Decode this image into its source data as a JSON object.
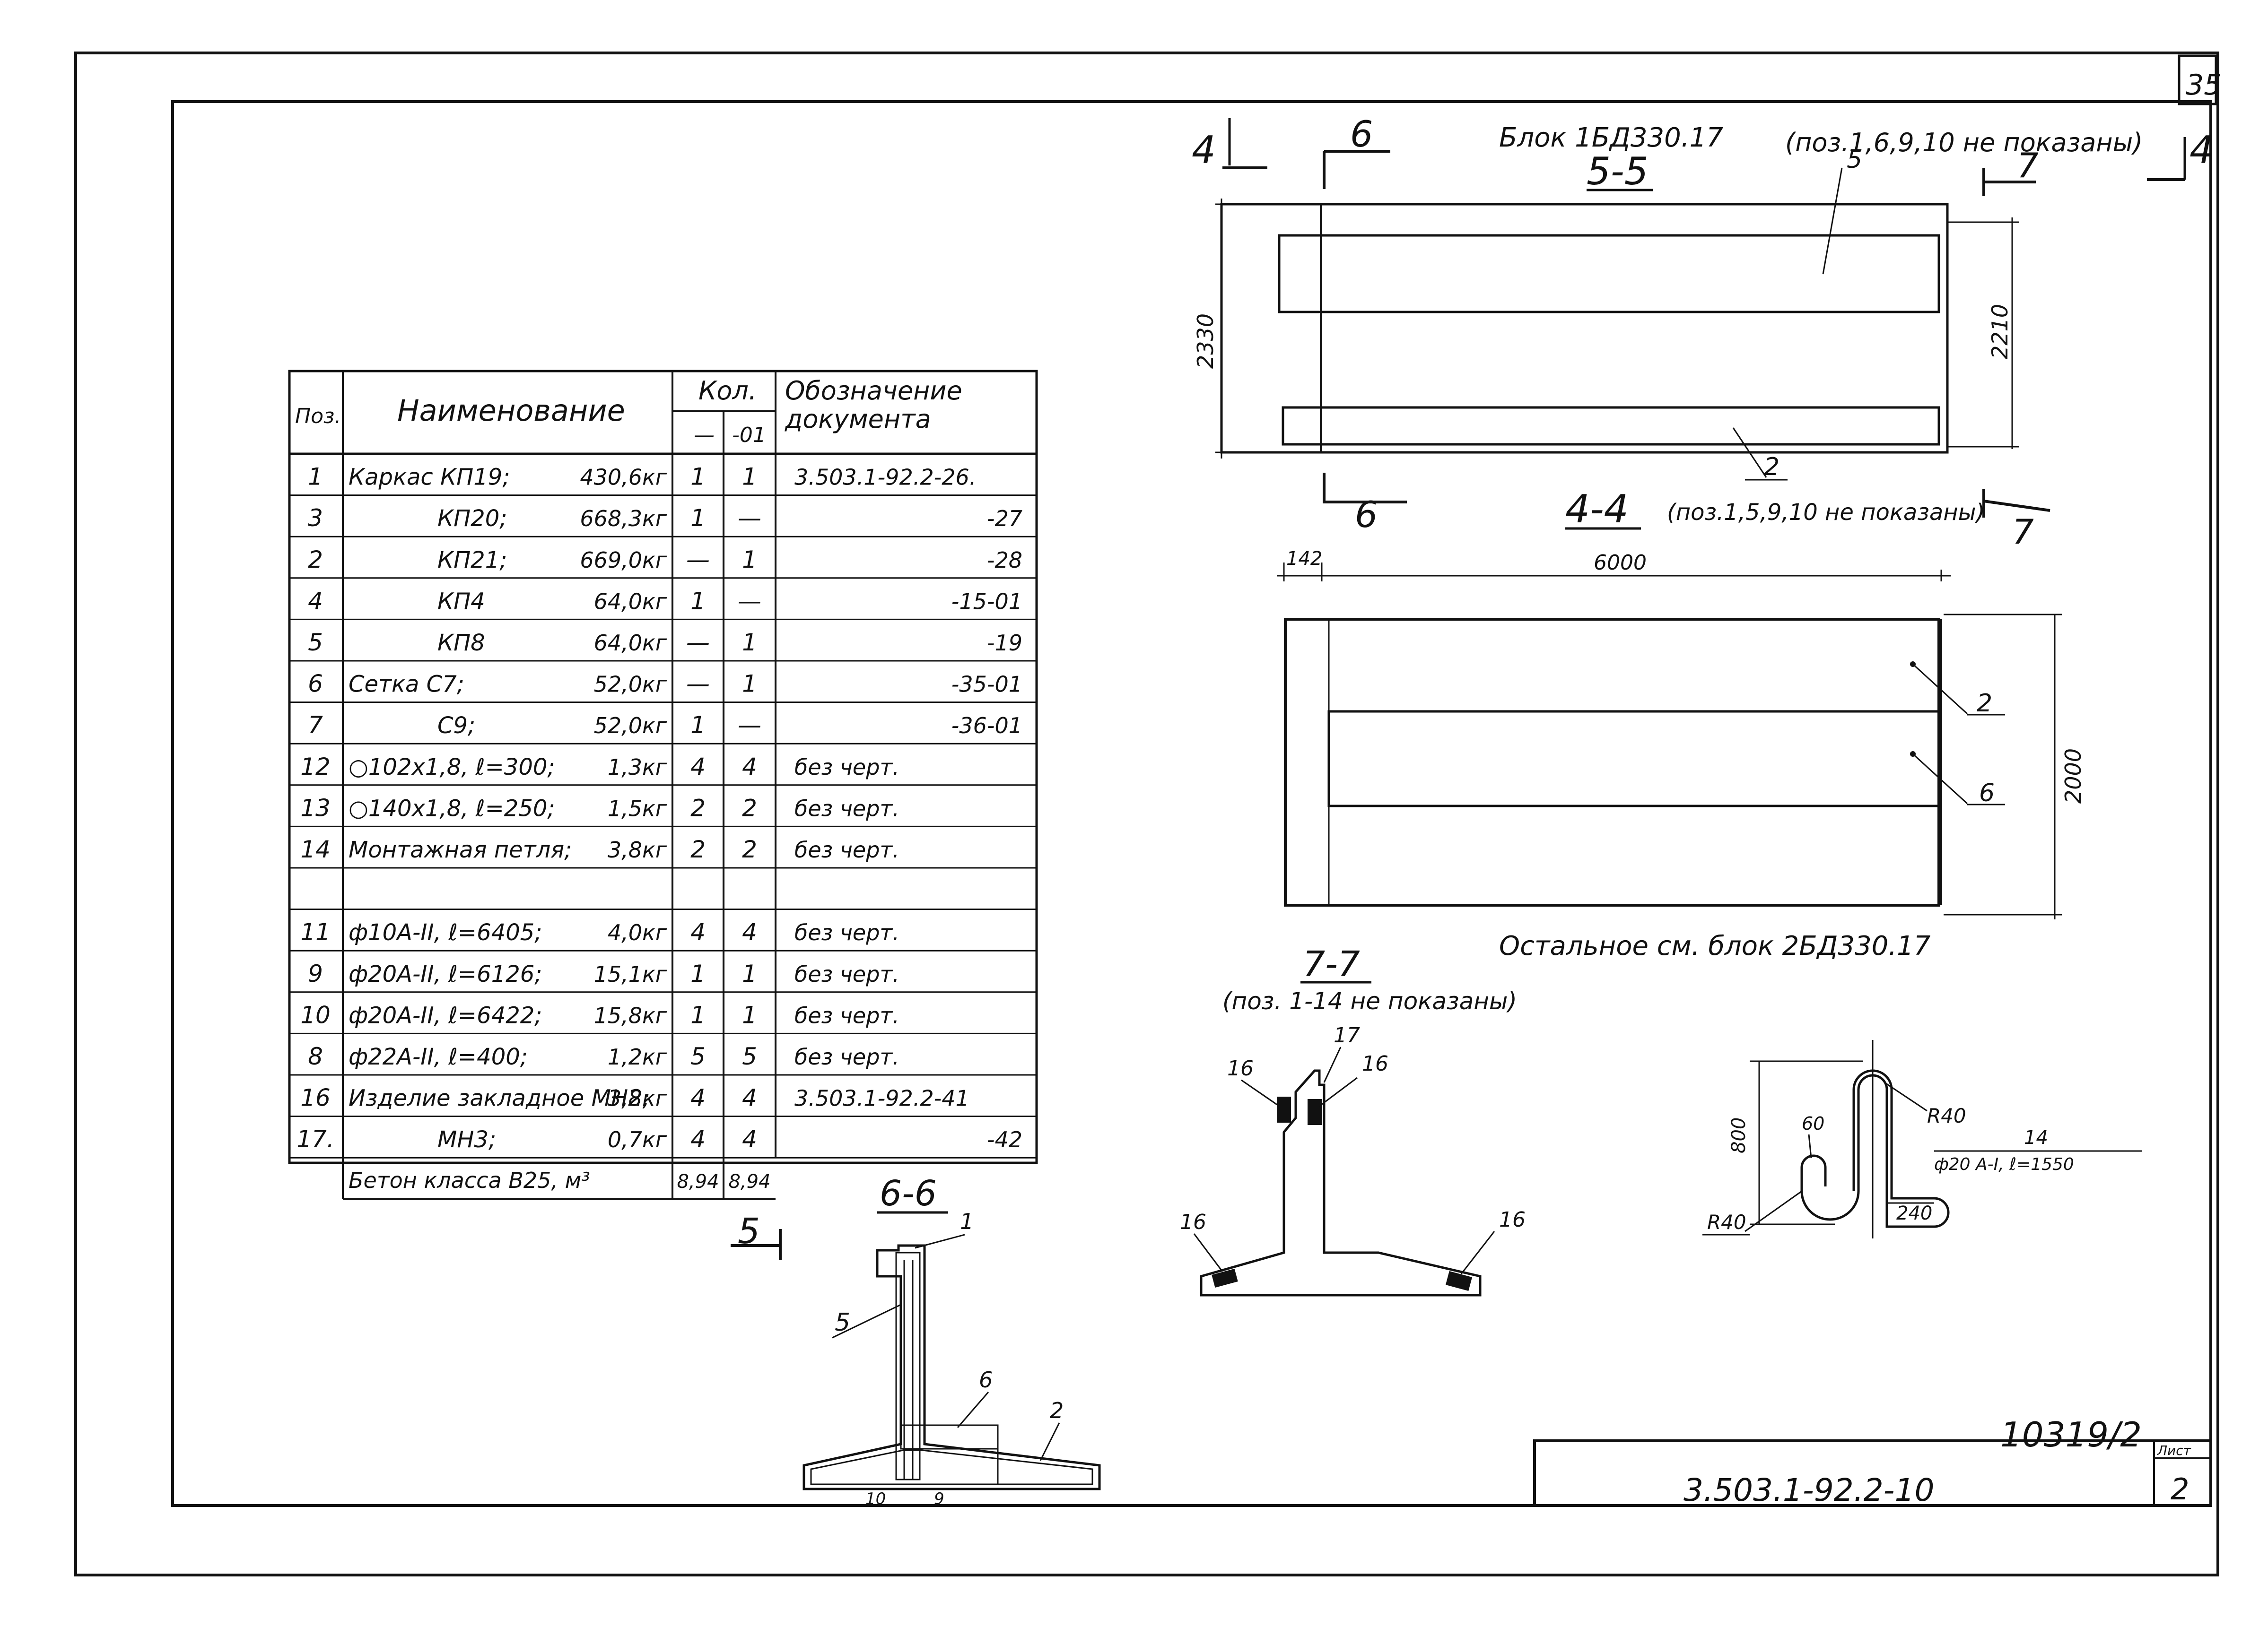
{
  "sheet": {
    "page_number": "35",
    "doc_code": "3.503.1-92.2-10",
    "sheet_label": "Лист",
    "sheet_number": "2",
    "archive_mark": "10319/2"
  },
  "spec_table": {
    "headers": {
      "pos": "Поз.",
      "name": "Наименование",
      "qty": "Кол.",
      "qty_a": "—",
      "qty_b": "-01",
      "doc_line1": "Обозначение",
      "doc_line2": "документа"
    },
    "rows": [
      {
        "pos": "1",
        "name": "Каркас КП19;",
        "mass": "430,6кг",
        "qa": "1",
        "qb": "1",
        "doc": "3.503.1-92.2-26."
      },
      {
        "pos": "3",
        "name": "КП20;",
        "mass": "668,3кг",
        "qa": "1",
        "qb": "—",
        "doc": "-27"
      },
      {
        "pos": "2",
        "name": "КП21;",
        "mass": "669,0кг",
        "qa": "—",
        "qb": "1",
        "doc": "-28"
      },
      {
        "pos": "4",
        "name": "КП4",
        "mass": "64,0кг",
        "qa": "1",
        "qb": "—",
        "doc": "-15-01"
      },
      {
        "pos": "5",
        "name": "КП8",
        "mass": "64,0кг",
        "qa": "—",
        "qb": "1",
        "doc": "-19"
      },
      {
        "pos": "6",
        "name": "Сетка С7;",
        "mass": "52,0кг",
        "qa": "—",
        "qb": "1",
        "doc": "-35-01"
      },
      {
        "pos": "7",
        "name": "С9;",
        "mass": "52,0кг",
        "qa": "1",
        "qb": "—",
        "doc": "-36-01"
      },
      {
        "pos": "12",
        "name": "○102х1,8, ℓ=300;",
        "mass": "1,3кг",
        "qa": "4",
        "qb": "4",
        "doc": "без черт."
      },
      {
        "pos": "13",
        "name": "○140х1,8, ℓ=250;",
        "mass": "1,5кг",
        "qa": "2",
        "qb": "2",
        "doc": "без черт."
      },
      {
        "pos": "14",
        "name": "Монтажная петля;",
        "mass": "3,8кг",
        "qa": "2",
        "qb": "2",
        "doc": "без черт."
      },
      {
        "pos": "",
        "name": "",
        "mass": "",
        "qa": "",
        "qb": "",
        "doc": ""
      },
      {
        "pos": "11",
        "name": "ф10А-II, ℓ=6405;",
        "mass": "4,0кг",
        "qa": "4",
        "qb": "4",
        "doc": "без черт."
      },
      {
        "pos": "9",
        "name": "ф20А-II, ℓ=6126;",
        "mass": "15,1кг",
        "qa": "1",
        "qb": "1",
        "doc": "без черт."
      },
      {
        "pos": "10",
        "name": "ф20А-II, ℓ=6422;",
        "mass": "15,8кг",
        "qa": "1",
        "qb": "1",
        "doc": "без черт."
      },
      {
        "pos": "8",
        "name": "ф22А-II, ℓ=400;",
        "mass": "1,2кг",
        "qa": "5",
        "qb": "5",
        "doc": "без черт."
      },
      {
        "pos": "16",
        "name": "Изделие закладное МН2;",
        "mass": "3,8кг",
        "qa": "4",
        "qb": "4",
        "doc": "3.503.1-92.2-41"
      },
      {
        "pos": "17.",
        "name": "МН3;",
        "mass": "0,7кг",
        "qa": "4",
        "qb": "4",
        "doc": "-42"
      }
    ],
    "concrete": {
      "name": "Бетон класса В25, м³",
      "qa": "8,94",
      "qb": "8,94"
    }
  },
  "view_5_5": {
    "block_title": "Блок 1БД330.17",
    "note": "(поз.1,6,9,10 не показаны)",
    "section": "5-5",
    "dim_left": "2330",
    "dim_right": "2210",
    "lbl_5": "5",
    "lbl_2": "2",
    "cut_4": "4",
    "cut_6": "6",
    "cut_7": "7"
  },
  "view_4_4": {
    "section": "4-4",
    "note": "(поз.1,5,9,10 не показаны)",
    "dim_top": "6000",
    "dim_small": "142",
    "dim_right": "2000",
    "lbl_2": "2",
    "lbl_6": "6",
    "footer": "Остальное см. блок 2БД330.17"
  },
  "view_7_7": {
    "section": "7-7",
    "note": "(поз. 1-14 не показаны)",
    "lbl_17": "17",
    "lbl_16": "16"
  },
  "view_6_6": {
    "section": "6-6",
    "lbl_1": "1",
    "lbl_5": "5",
    "lbl_6": "6",
    "lbl_2": "2",
    "lbl_10": "10",
    "lbl_9": "9",
    "cut_5": "5"
  },
  "loop_detail": {
    "lbl_14": "14",
    "bar": "ф20 А-I, ℓ=1550",
    "r40_top": "R40",
    "r40_bottom": "R40",
    "dim_800": "800",
    "dim_60": "60",
    "dim_240": "240"
  }
}
